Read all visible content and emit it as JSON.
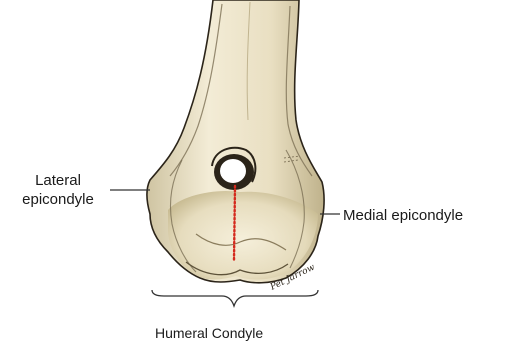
{
  "labels": {
    "lateral_line1": "Lateral",
    "lateral_line2": "epicondyle",
    "medial": "Medial epicondyle",
    "condyle": "Humeral Condyle"
  },
  "signature": "Pet Jarrow",
  "colors": {
    "bone_fill": "#efe7cf",
    "bone_shadow": "#c9bd97",
    "ink": "#2b2419",
    "fracture_line": "#d42a1e"
  }
}
